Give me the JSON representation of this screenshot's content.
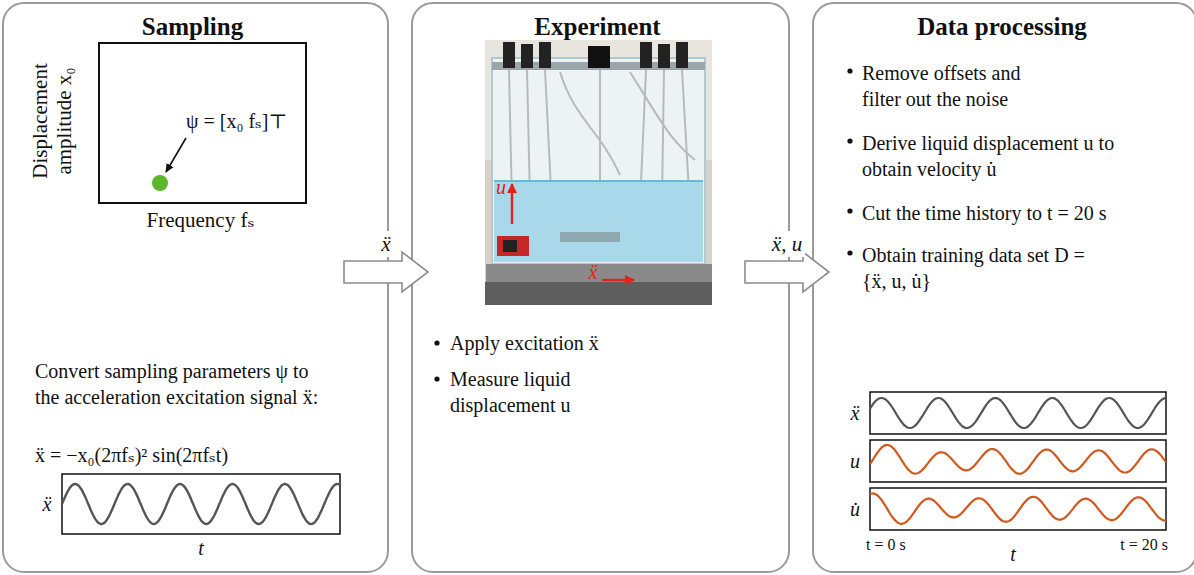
{
  "diagram": {
    "nodes": [
      {
        "text": [
          "Sampling",
          "Convert sampling parameters ψ to the acceleration excitation signal ẍ:",
          "ẍ = −x₀(2πfₛ)² sin(2πfₛt)"
        ]
      },
      {
        "text": [
          "ψ = [x₀ fₛ]⊤"
        ],
        "in": 0
      },
      {
        "text": [
          "Experiment",
          "Apply excitation ẍ",
          "Measure liquid displacement u"
        ]
      },
      {
        "text": [
          "Data processing",
          "Remove offsets and filter out the noise",
          "Derive liquid displacement u to obtain velocity u̇",
          "Cut the time history to t = 20 s",
          "Obtain training data set D = {ẍ, u, u̇}"
        ]
      }
    ],
    "edges": [
      {
        "from": 0,
        "to": 2,
        "arrow": "to",
        "label": "ẍ"
      },
      {
        "from": 2,
        "to": 3,
        "arrow": "to",
        "label": "ẍ, u"
      }
    ],
    "labels": [
      "Displacement amplitude x₀",
      "Frequency fₛ",
      "ẍ",
      "t",
      "u",
      "ẍ",
      "ẍ",
      "u",
      "u̇",
      "t = 0 s",
      "t = 20 s",
      "t"
    ]
  }
}
